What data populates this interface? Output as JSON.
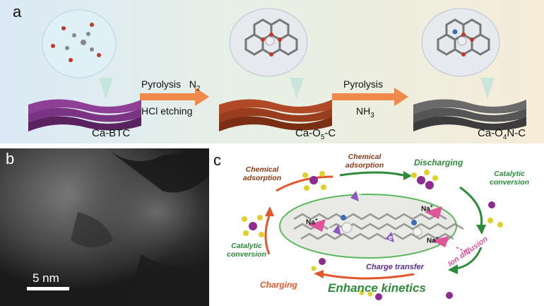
{
  "panel_a": {
    "label": "a",
    "materials": [
      "Ca-BTC",
      "Ca-O",
      "5",
      "-C",
      "Ca-O",
      "4",
      "N-C"
    ],
    "step1_top": "Pyrolysis",
    "step1_gas": "N",
    "step1_gas_sub": "2",
    "step1_bottom": "HCl etching",
    "step2_top": "Pyrolysis",
    "step2_gas": "NH",
    "step2_gas_sub": "3"
  },
  "panel_b": {
    "label": "b",
    "scalebar": "5 nm"
  },
  "panel_c": {
    "label": "c",
    "chem_ads_left": "Chemical\nadsorption",
    "chem_ads_top": "Chemical\nadsorption",
    "discharging": "Discharging",
    "cat_conv_right": "Catalytic\nconversion",
    "cat_conv_left": "Catalytic\nconversion",
    "charging": "Charging",
    "enhance": "Enhance kinetics",
    "charge_transfer": "Charge transfer",
    "ion_diffusion": "Ion diffusion",
    "na_plus": "Na",
    "plus": "+",
    "electron": "e",
    "minus": "−"
  },
  "colors": {
    "sheet1": "#6b2d6e",
    "sheet2": "#9a3d1f",
    "sheet3": "#5a5a5a",
    "arrow": "#f08a4a",
    "green": "#2e8b3a",
    "orange": "#e2572a"
  }
}
